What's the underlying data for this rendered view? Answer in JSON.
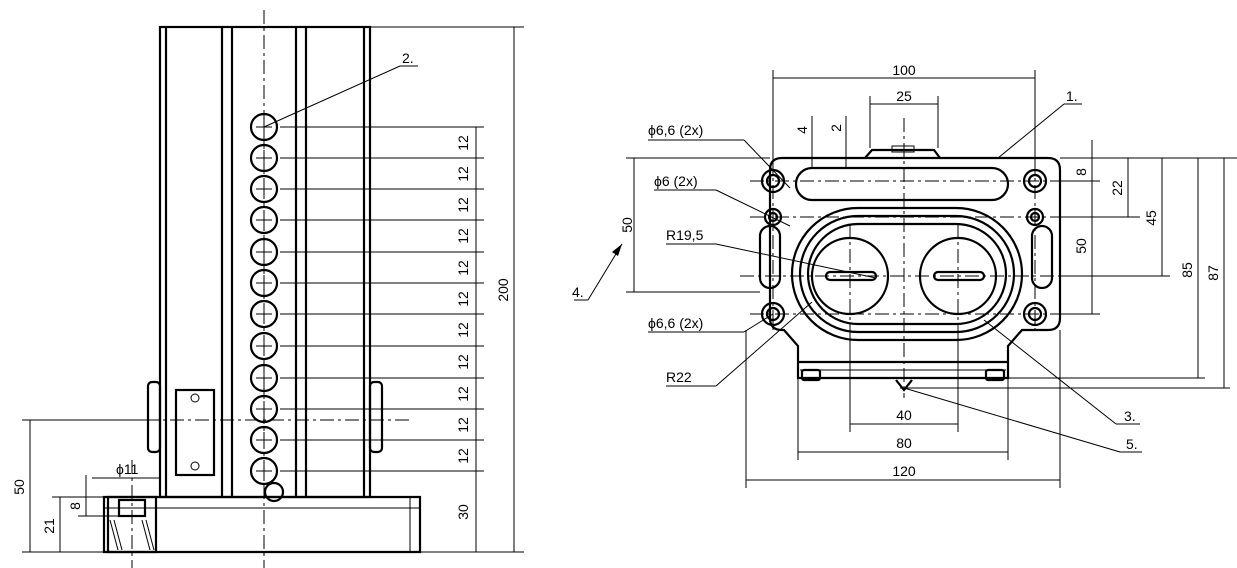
{
  "drawing": {
    "left_view": {
      "dim_total_height": "200",
      "dim_pitch": "12",
      "dim_base_offset": "30",
      "dim_side_50": "50",
      "dim_side_21": "21",
      "dim_side_8": "8",
      "dim_diameter_11": "11",
      "callout_2": "2."
    },
    "right_view": {
      "dim_top_100": "100",
      "dim_top_25": "25",
      "dim_top_4": "4",
      "dim_top_2": "2",
      "dim_right_8": "8",
      "dim_right_22": "22",
      "dim_right_45": "45",
      "dim_right_50": "50",
      "dim_right_85": "85",
      "dim_right_87": "87",
      "dim_left_50": "50",
      "dim_bottom_40": "40",
      "dim_bottom_80": "80",
      "dim_bottom_120": "120",
      "hole_66_top": "6,6 (2x)",
      "hole_6": "6 (2x)",
      "hole_66_bottom": "6,6 (2x)",
      "radius_195": "R19,5",
      "radius_22": "R22",
      "callout_1": "1.",
      "callout_3": "3.",
      "callout_4": "4.",
      "callout_5": "5."
    },
    "symbols": {
      "diameter": "ϕ"
    }
  }
}
